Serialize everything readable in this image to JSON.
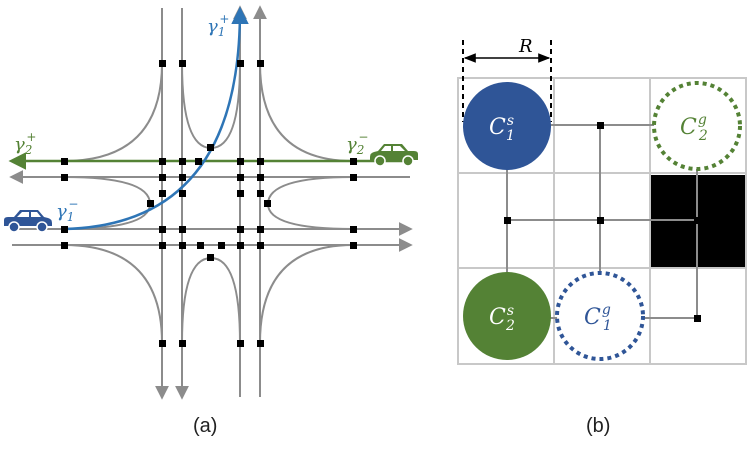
{
  "panel_a": {
    "caption": "(a)",
    "labels": {
      "g1p": {
        "base": "γ",
        "sub": "1",
        "sup": "+",
        "color": "#2e75b6"
      },
      "g1m": {
        "base": "γ",
        "sub": "1",
        "sup": "−",
        "color": "#2e75b6"
      },
      "g2p": {
        "base": "γ",
        "sub": "2",
        "sup": "+",
        "color": "#548235"
      },
      "g2m": {
        "base": "γ",
        "sub": "2",
        "sup": "−",
        "color": "#548235"
      }
    },
    "colors": {
      "road": "#8c8c8c",
      "path1": "#2e75b6",
      "path2": "#548235",
      "car_blue": "#2f5597",
      "car_green": "#548235",
      "node": "#000000"
    },
    "icons": [
      "car-blue-icon",
      "car-green-icon"
    ]
  },
  "panel_b": {
    "caption": "(b)",
    "dimension_label": "R",
    "circles": {
      "c1s": {
        "base": "C",
        "sub": "1",
        "sup": "s",
        "fill": "#2f5597",
        "text_color": "#ffffff"
      },
      "c2s": {
        "base": "C",
        "sub": "2",
        "sup": "s",
        "fill": "#548235",
        "text_color": "#ffffff"
      },
      "c1g": {
        "base": "C",
        "sub": "1",
        "sup": "g",
        "stroke": "#2f5597",
        "text_color": "#2f5597"
      },
      "c2g": {
        "base": "C",
        "sub": "2",
        "sup": "g",
        "stroke": "#548235",
        "text_color": "#548235"
      }
    },
    "colors": {
      "grid": "#c8c8c8",
      "obstacle": "#000000",
      "graph": "#8c8c8c"
    }
  }
}
